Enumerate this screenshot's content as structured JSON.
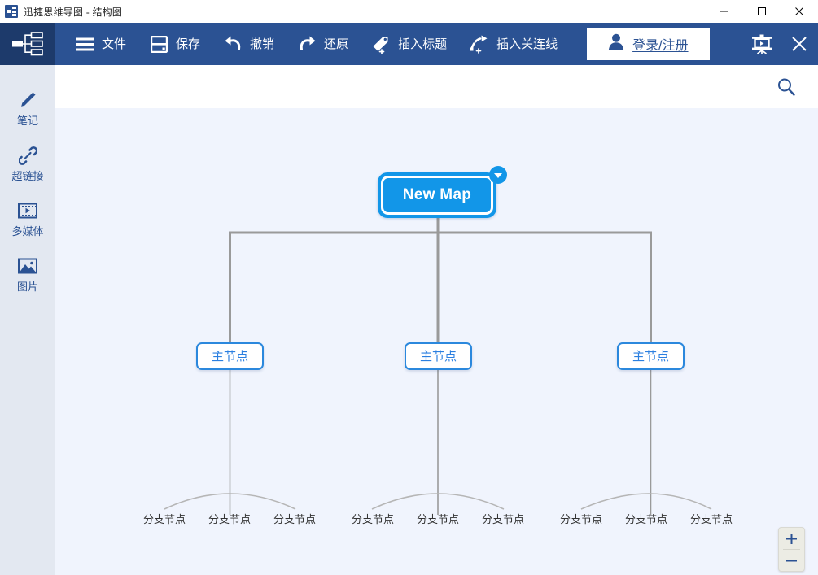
{
  "window": {
    "title": "迅捷思维导图 - 结构图",
    "app_icon": "mindmap-logo-icon",
    "controls": {
      "minimize": "minimize-icon",
      "maximize": "maximize-icon",
      "close": "close-icon"
    }
  },
  "toolbar": {
    "logo_icon": "mindmap-logo-icon",
    "items": [
      {
        "label": "文件",
        "icon": "hamburger-menu-icon"
      },
      {
        "label": "保存",
        "icon": "save-floppy-icon"
      },
      {
        "label": "撤销",
        "icon": "undo-arrow-icon"
      },
      {
        "label": "还原",
        "icon": "redo-arrow-icon"
      },
      {
        "label": "插入标题",
        "icon": "tag-plus-icon"
      },
      {
        "label": "插入关连线",
        "icon": "relation-line-plus-icon"
      }
    ],
    "login": {
      "label": "登录/注册",
      "icon": "user-person-icon"
    },
    "presentation_icon": "presentation-play-icon",
    "close_icon": "close-x-icon",
    "bg_color": "#2b5293",
    "logo_bg_color": "#1d3a6b"
  },
  "search": {
    "icon": "search-magnifier-icon"
  },
  "sidebar": {
    "items": [
      {
        "label": "笔记",
        "icon": "pencil-icon"
      },
      {
        "label": "超链接",
        "icon": "hyperlink-chain-icon"
      },
      {
        "label": "多媒体",
        "icon": "film-play-icon"
      },
      {
        "label": "图片",
        "icon": "picture-image-icon"
      }
    ],
    "bg_color": "#e3e8f1",
    "text_color": "#2b5293"
  },
  "canvas": {
    "bg_color": "#f0f4fd",
    "connector_color": "#9a9a9a",
    "branch_connector_color": "#b6b6b6"
  },
  "mindmap": {
    "root": {
      "text": "New Map",
      "fill_color": "#1296e8",
      "text_color": "#ffffff",
      "badge_icon": "collapse-caret-down-icon"
    },
    "main_nodes": [
      {
        "text": "主节点",
        "branches": [
          {
            "text": "分支节点"
          },
          {
            "text": "分支节点"
          },
          {
            "text": "分支节点"
          }
        ]
      },
      {
        "text": "主节点",
        "branches": [
          {
            "text": "分支节点"
          },
          {
            "text": "分支节点"
          },
          {
            "text": "分支节点"
          }
        ]
      },
      {
        "text": "主节点",
        "branches": [
          {
            "text": "分支节点"
          },
          {
            "text": "分支节点"
          },
          {
            "text": "分支节点"
          }
        ]
      }
    ],
    "node_border_color": "#2b88dd",
    "node_text_color": "#2b7fe0"
  },
  "zoom_control": {
    "zoom_in_icon": "plus-icon",
    "zoom_out_icon": "minus-icon"
  }
}
